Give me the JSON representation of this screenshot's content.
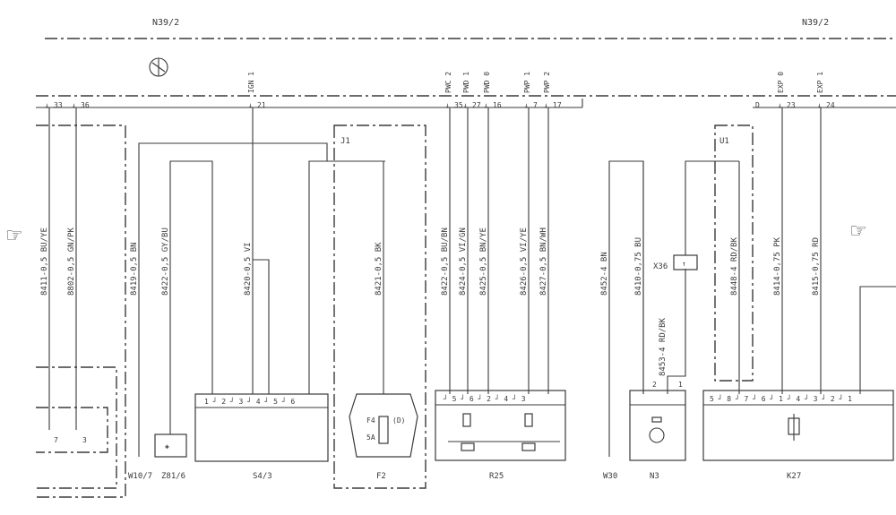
{
  "top_labels": {
    "left": "N39/2",
    "right": "N39/2"
  },
  "pins_top": {
    "p33": "33",
    "p36": "36",
    "p21": "21",
    "p35": "35",
    "p27": "27",
    "p16": "16",
    "p7": "7",
    "p17": "17",
    "p23": "23",
    "p24": "24",
    "d": "D"
  },
  "signals": {
    "ign": "IGN 1",
    "pwc2": "PWC 2",
    "pwd1": "PWD 1",
    "pwd0": "PWD 0",
    "pwp1": "PWP 1",
    "pwp2": "PWP 2",
    "exp0": "EXP 0",
    "exp1": "EXP 1"
  },
  "wires": {
    "w1": "8411-0,5 BU/YE",
    "w2": "8802-0,5 GN/PK",
    "w3": "8419-0,5 BN",
    "w4": "8422-0,5 GY/BU",
    "w5": "8420-0,5 VI",
    "w6": "8421-0,5 BK",
    "w7": "8422-0,5 BU/BN",
    "w8": "8424-0,5 VI/GN",
    "w9": "8425-0,5 BN/YE",
    "w10": "8426-0,5 VI/YE",
    "w11": "8427-0,5 BN/WH",
    "w12": "8452-4 BN",
    "w13": "8410-0,75 BU",
    "w14": "8453-4 RD/BK",
    "w15": "8448-4 RD/BK",
    "w16": "8414-0,75 PK",
    "w17": "8415-0,75 RD"
  },
  "components": {
    "v10": "W10/7",
    "z81": "Z81/6",
    "s4": "S4/3",
    "f2": "F2",
    "r25": "R25",
    "w30": "W30",
    "n3": "N3",
    "k27": "K27",
    "j1": "J1",
    "u1": "U1",
    "x36": "X36"
  },
  "fuse": {
    "name": "F4",
    "rating": "5A",
    "code": "(D)"
  },
  "n3_pins": {
    "a": "2",
    "b": "1"
  },
  "icons": {
    "left": "pointing-hand-icon",
    "right": "pointing-hand-icon"
  }
}
